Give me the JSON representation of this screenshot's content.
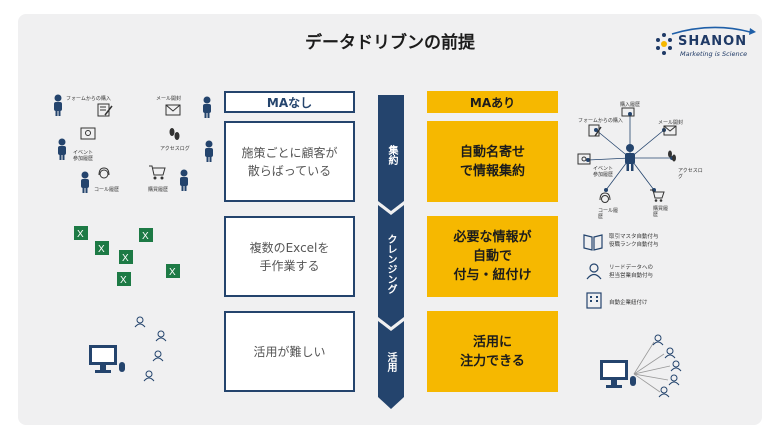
{
  "title": "データドリブンの前提",
  "logo": {
    "word": "SHANON",
    "tagline": "Marketing is Science"
  },
  "left_header": "MAなし",
  "right_header": "MAあり",
  "left_boxes": [
    "施策ごとに顧客が\n散らばっている",
    "複数のExcelを\n手作業する",
    "活用が難しい"
  ],
  "right_boxes": [
    "自動名寄せ\nで情報集約",
    "必要な情報が\n自動で\n付与・紐付け",
    "活用に\n注力できる"
  ],
  "arrow_labels": [
    "集約",
    "クレンジング",
    "活用"
  ],
  "left_icon_labels": {
    "form": "フォームからの購入",
    "mail": "メール開封",
    "event": "イベント\n参加履歴",
    "access": "アクセスログ",
    "call": "コール履歴",
    "purchase": "購買履歴"
  },
  "right_icon_labels": {
    "purchase": "購入履歴",
    "form": "フォームからの購入",
    "mail": "メール開封",
    "event": "イベント\n参加履歴",
    "access": "アクセスロ\nグ",
    "call": "コール履\n歴",
    "buy": "購買履\n歴"
  },
  "feature_labels": [
    "取引マスタ自動付与\n役職ランク自動付与",
    "リードデータへの\n担当営業自動付与",
    "自動企業紐付け"
  ],
  "colors": {
    "navy": "#24446d",
    "accent": "#f6b800",
    "panel": "#f0f0f1",
    "excel": "#1d7a45"
  }
}
